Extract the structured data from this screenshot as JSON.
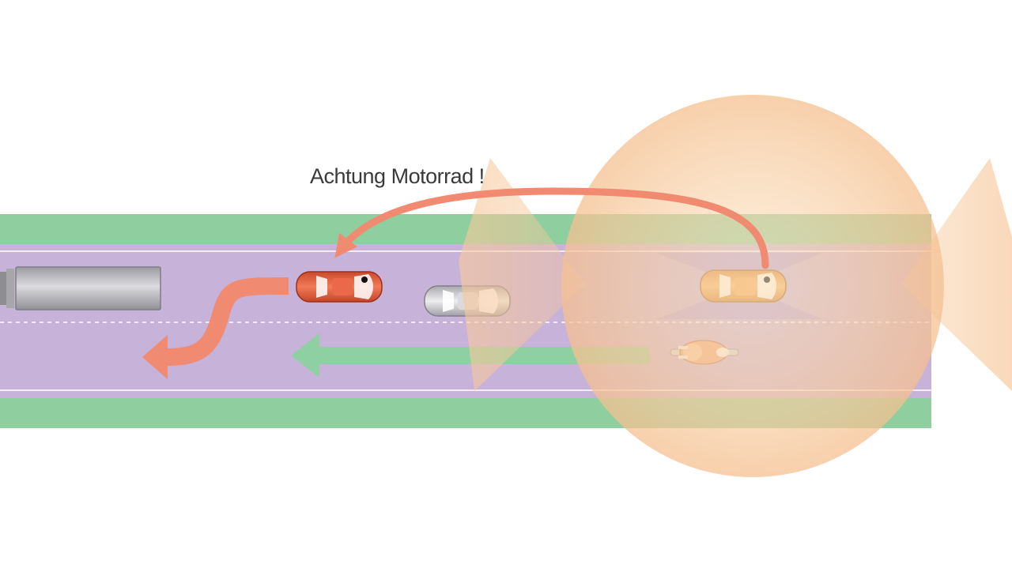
{
  "diagram": {
    "annotation": "Achtung Motorrad !",
    "colors": {
      "verge": "#8fcf9f",
      "road": "#c7b2d9",
      "lane_marking": "#f3ecf6",
      "sight_zone": "#f7c89b",
      "blind_spot": "#b39bd6",
      "warning_arrow": "#f08a70",
      "motorcycle_arrow": "#8fd0a2",
      "truck": "#b4b4b8",
      "car_overtaking": "#e2613f",
      "car_grey": "#d2d2d4",
      "car_observer": "#f0a048",
      "motorcycle": "#f0a578"
    },
    "elements": [
      "truck",
      "car-red",
      "car-grey",
      "car-orange",
      "motorcycle",
      "sight-zone",
      "warning-arrow",
      "lane-change-arrow",
      "motorcycle-arrow"
    ]
  }
}
